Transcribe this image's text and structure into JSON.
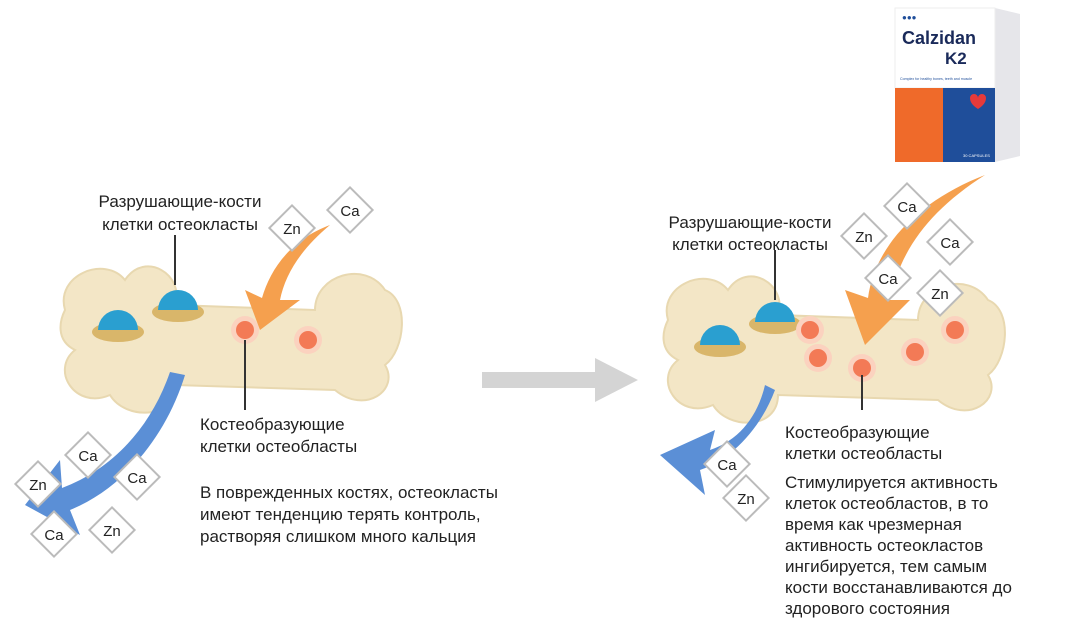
{
  "left": {
    "osteoclast_label": [
      "Разрушающие-кости",
      "клетки остеокласты"
    ],
    "osteoblast_label": [
      "Костеобразующие",
      "клетки остеобласты"
    ],
    "description": [
      "В поврежденных костях, остеокласты",
      "имеют тенденцию терять контроль,",
      "растворяя слишком много кальция"
    ],
    "minerals_in": [
      "Zn",
      "Ca"
    ],
    "minerals_out": [
      "Ca",
      "Ca",
      "Zn",
      "Ca",
      "Zn"
    ]
  },
  "right": {
    "osteoclast_label": [
      "Разрушающие-кости",
      "клетки остеокласты"
    ],
    "osteoblast_label": [
      "Костеобразующие",
      "клетки остеобласты"
    ],
    "description": [
      "Стимулируется активность",
      "клеток остеобластов, в то",
      "время как чрезмерная",
      "активность остеокластов",
      "ингибируется, тем самым",
      "кости восстанавливаются до",
      "здорового состояния"
    ],
    "minerals_in": [
      "Ca",
      "Zn",
      "Ca",
      "Ca",
      "Zn"
    ],
    "minerals_out": [
      "Ca",
      "Zn"
    ]
  },
  "product": {
    "brand": "Calzidan",
    "model": "K2",
    "tagline": "Complex for healthy bones, teeth and muscle",
    "capsules": "30 CAPSULES"
  },
  "colors": {
    "bone": "#f3e6c6",
    "osteoclast": "#2a9fd0",
    "osteoblast": "#f37a56",
    "arrow_in": "#f5a04e",
    "arrow_out": "#5b8fd6",
    "box_orange": "#ef6a2a",
    "box_blue": "#1f4e9a"
  }
}
